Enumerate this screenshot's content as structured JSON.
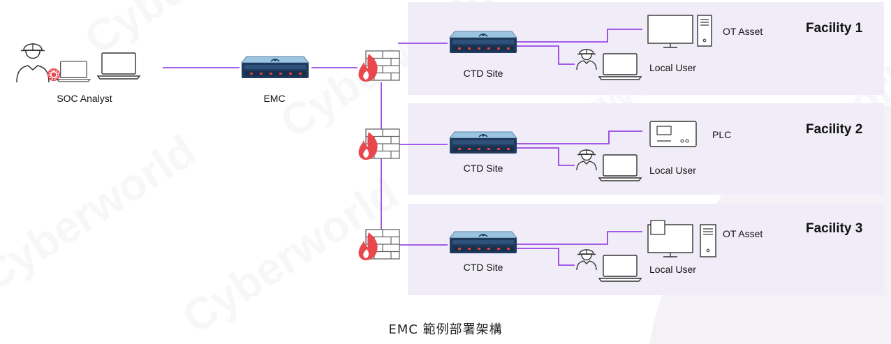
{
  "colors": {
    "link": "#8a2be2",
    "panel": "#f1edf8",
    "flame": "#e8474d",
    "device": "#1f3a5c",
    "device_glass": "#9bc4e0",
    "device_led": "#e2413b"
  },
  "watermark": "Cyberworld",
  "soc": {
    "label": "SOC Analyst"
  },
  "emc": {
    "label": "EMC"
  },
  "facilities": [
    {
      "name": "Facility 1",
      "site_label": "CTD Site",
      "asset_label": "OT Asset",
      "asset_icon": "desktop-tower-icon",
      "user_label": "Local User"
    },
    {
      "name": "Facility 2",
      "site_label": "CTD Site",
      "asset_label": "PLC",
      "asset_icon": "plc-icon",
      "user_label": "Local User"
    },
    {
      "name": "Facility 3",
      "site_label": "CTD Site",
      "asset_label": "OT Asset",
      "asset_icon": "desktop-document-icon",
      "user_label": "Local User"
    }
  ],
  "caption": "EMC 範例部署架構"
}
